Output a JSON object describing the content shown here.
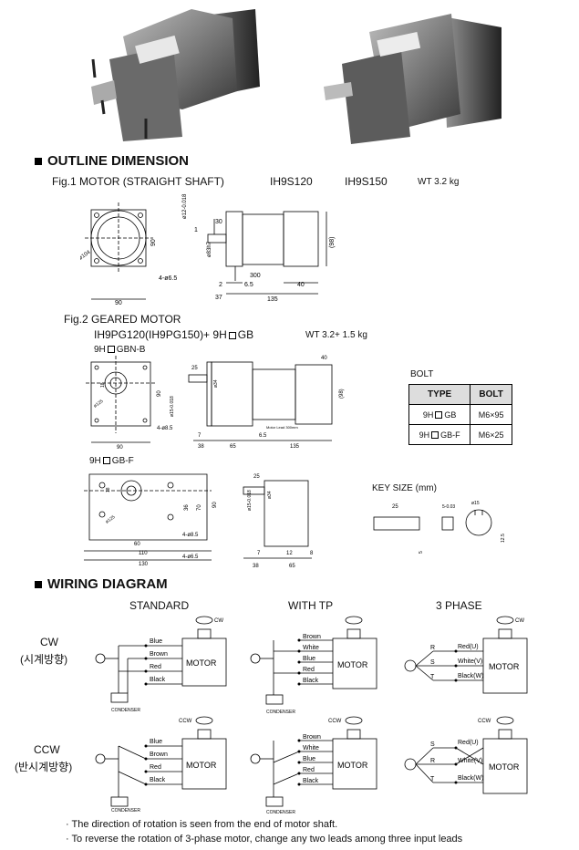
{
  "outline": {
    "title": "OUTLINE DIMENSION",
    "fig1": {
      "label": "Fig.1 MOTOR (STRAIGHT SHAFT)",
      "model1": "IH9S120",
      "model2": "IH9S150",
      "weight": "WT 3.2 kg"
    },
    "fig1_dims": {
      "d12": "ø12-0.018",
      "d30": "30",
      "d1": "1",
      "d90": "90",
      "d83": "ø83h7",
      "d98": "(98)",
      "d104": "ø104",
      "hole": "4-ø6.5",
      "d300": "300",
      "d2": "2",
      "d65": "6.5",
      "d40": "40",
      "d37": "37",
      "d135": "135",
      "w90": "90"
    },
    "fig2": {
      "label": "Fig.2  GEARED MOTOR",
      "model": "IH9PG120(IH9PG150)+ 9H",
      "model_suffix": "GB",
      "weight": "WT 3.2+ 1.5 kg"
    },
    "gbnb": {
      "label": "9H",
      "label_suffix": "GBN-B",
      "d25": "25",
      "d40": "40",
      "d18": "18",
      "d15": "ø15-0.018",
      "d125": "ø125",
      "d90": "90",
      "d34": "ø34",
      "d98": "(98)",
      "hole": "4-ø8.5",
      "w90": "90",
      "d7": "7",
      "d38": "38",
      "d65": "65",
      "d65b": "6.5",
      "d135": "135",
      "lead": "Motor Lead 300mm"
    },
    "gbf": {
      "label": "9H",
      "label_suffix": "GB-F",
      "d18": "18",
      "d36": "36",
      "d70": "70",
      "d90": "90",
      "d125": "ø125",
      "d25": "25",
      "d15": "ø15-0.018",
      "d34": "ø34",
      "d60": "60",
      "d110": "110",
      "d130": "130",
      "hole1": "4-ø8.5",
      "hole2": "4-ø6.5",
      "d7": "7",
      "d12": "12",
      "d8": "8",
      "d38": "38",
      "d65": "65"
    },
    "bolt": {
      "title": "BOLT",
      "headers": [
        "TYPE",
        "BOLT"
      ],
      "rows": [
        [
          "9H",
          "GB",
          "M6×95"
        ],
        [
          "9H",
          "GB-F",
          "M6×25"
        ]
      ]
    },
    "key": {
      "title": "KEY SIZE (mm)",
      "d25": "25",
      "k5": "5-0.03",
      "k5b": "5",
      "k12": "12.5",
      "k15": "ø15"
    }
  },
  "wiring": {
    "title": "WIRING DIAGRAM",
    "columns": [
      "STANDARD",
      "WITH TP",
      "3 PHASE"
    ],
    "cw_label": "CW",
    "cw_label_kr": "(시계방향)",
    "ccw_label": "CCW",
    "ccw_label_kr": "(반시계방향)",
    "rot_cw": "CW",
    "rot_ccw": "CCW",
    "motor": "MOTOR",
    "condenser": "CONDENSER",
    "std_wires": [
      "Blue",
      "Brown",
      "Red",
      "Black"
    ],
    "tp_wires": [
      "Brown",
      "White",
      "Blue",
      "Red",
      "Black"
    ],
    "ph_cw": [
      [
        "R",
        "Red(U)"
      ],
      [
        "S",
        "White(V)"
      ],
      [
        "T",
        "Black(W)"
      ]
    ],
    "ph_ccw": [
      [
        "S",
        "Red(U)"
      ],
      [
        "R",
        "White(V)"
      ],
      [
        "T",
        "Black(W)"
      ]
    ]
  },
  "notes": [
    "· The direction of rotation is seen from the end of motor shaft.",
    "· To reverse the rotation of 3-phase motor, change any two leads among three input leads"
  ]
}
